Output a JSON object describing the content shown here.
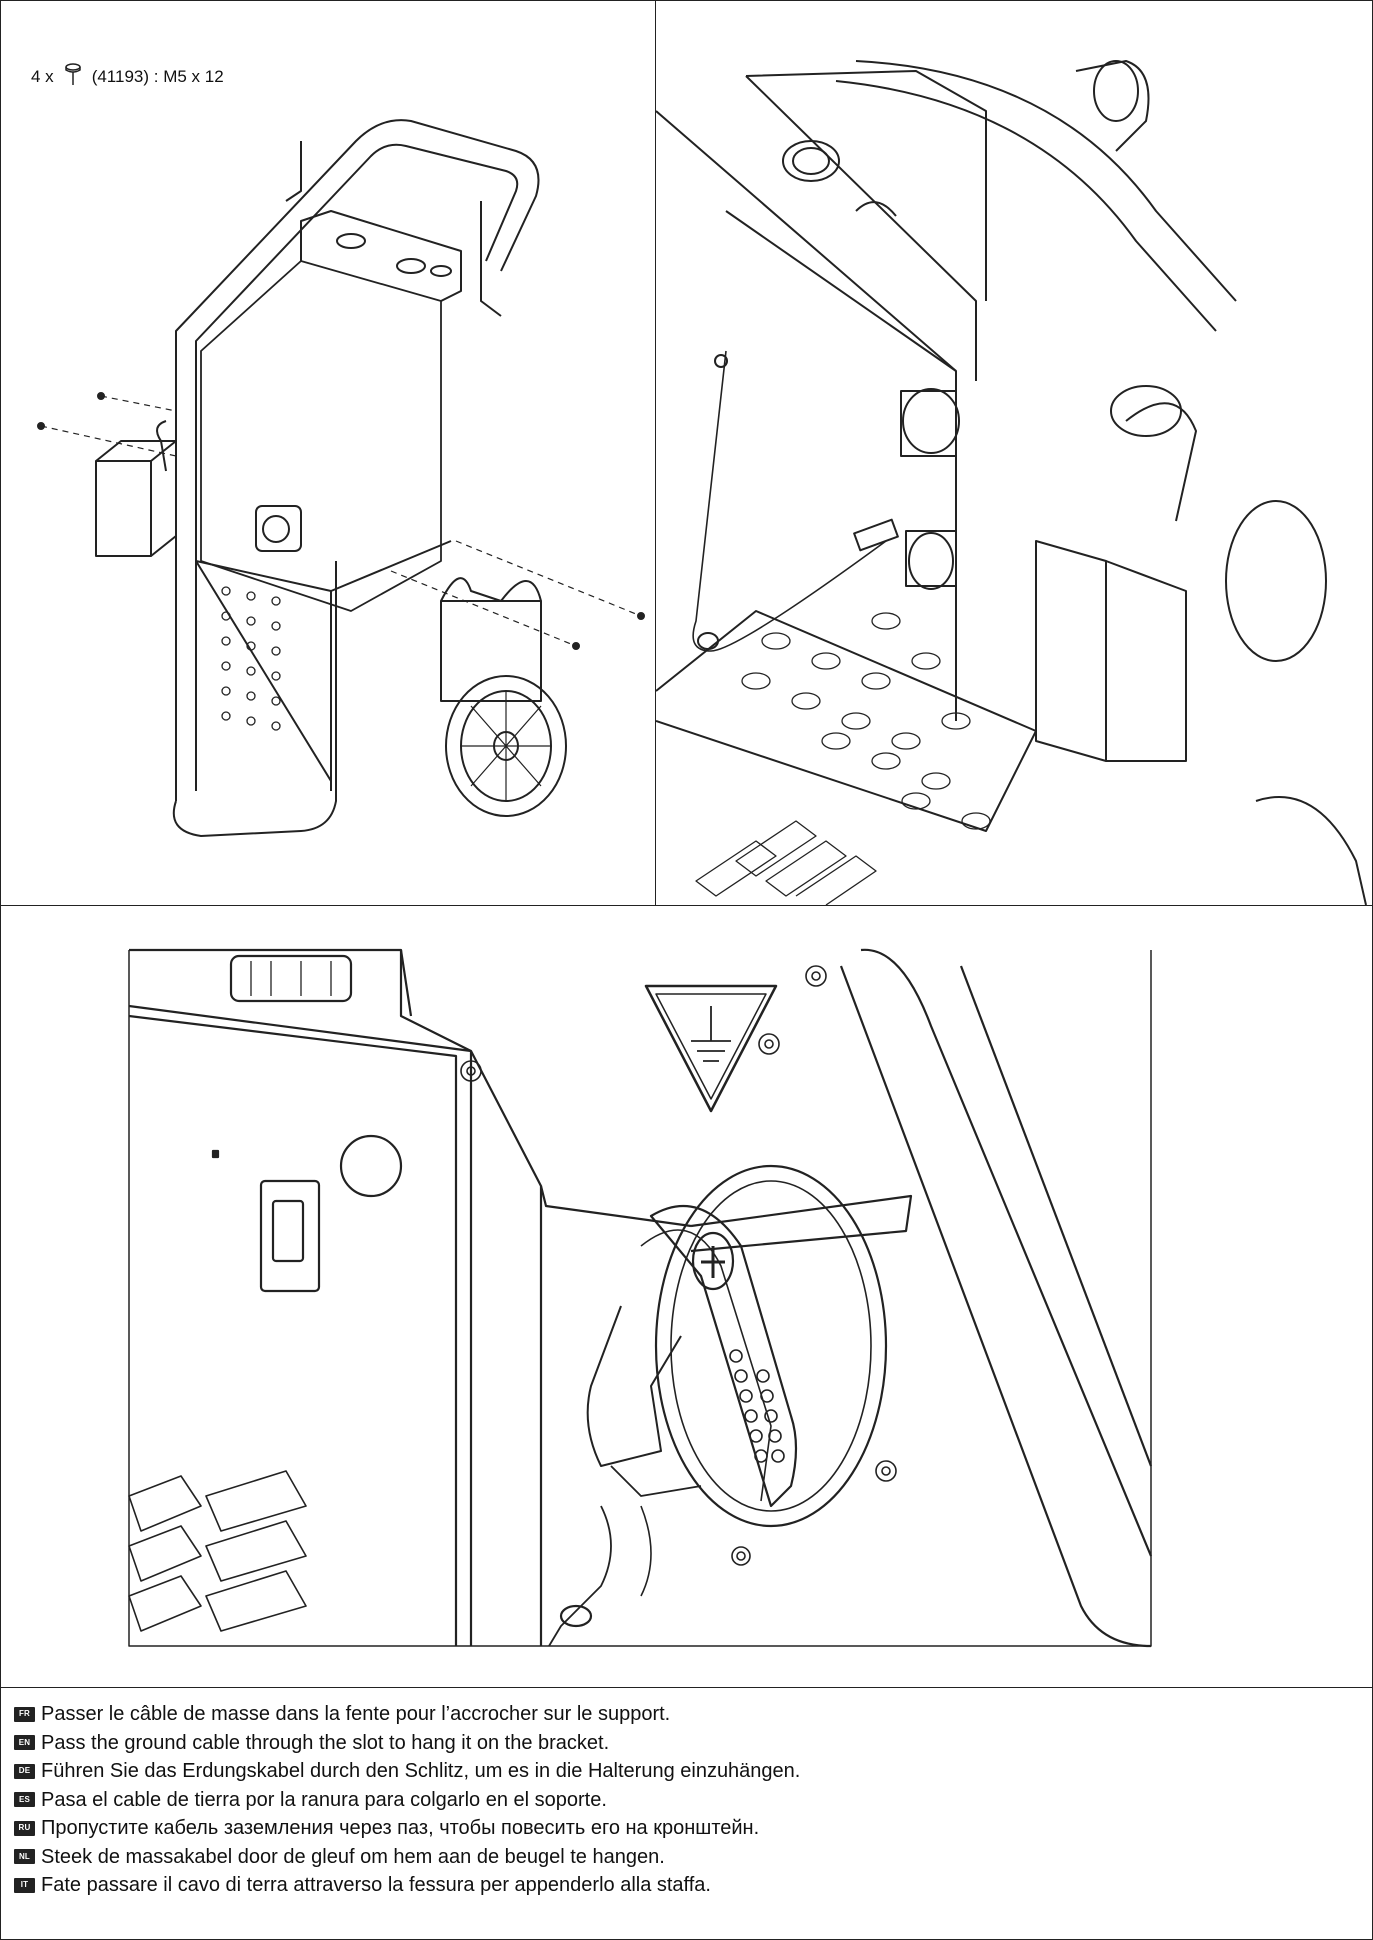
{
  "panel_top_left": {
    "screw_callout": {
      "qty": "4 x",
      "part": "(41193) : M5 x 12",
      "icon": "screw-icon"
    }
  },
  "instructions": [
    {
      "lang": "FR",
      "text": "Passer le câble de masse dans la fente pour l’accrocher sur le support."
    },
    {
      "lang": "EN",
      "text": "Pass the ground cable through the slot to hang it on the bracket."
    },
    {
      "lang": "DE",
      "text": "Führen Sie das Erdungskabel durch den Schlitz, um es in die Halterung einzuhängen."
    },
    {
      "lang": "ES",
      "text": "Pasa el cable de tierra por la ranura para colgarlo en el soporte."
    },
    {
      "lang": "RU",
      "text": "Пропустите кабель заземления через паз, чтобы повесить его на кронштейн."
    },
    {
      "lang": "NL",
      "text": "Steek de massakabel door de gleuf om hem aan de beugel te hangen."
    },
    {
      "lang": "IT",
      "text": "Fate passare il cavo di terra attraverso la fessura per appenderlo alla staffa."
    }
  ]
}
